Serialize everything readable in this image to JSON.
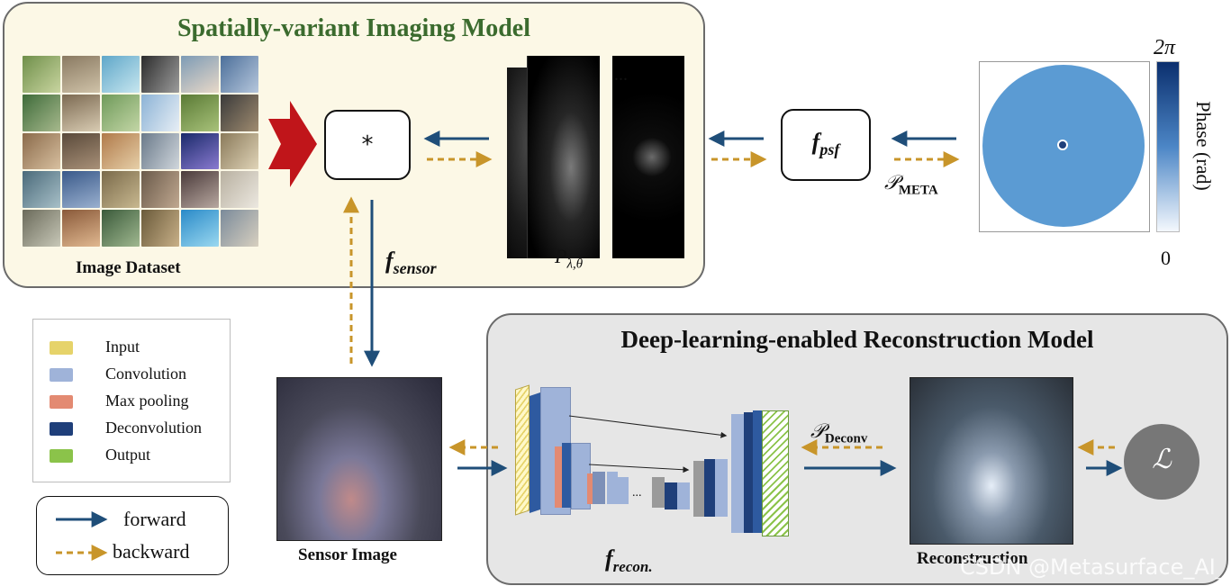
{
  "top_panel": {
    "title": "Spatially-variant Imaging Model",
    "dataset_label": "Image Dataset",
    "conv_symbol": "*",
    "psf_stack_label_main": "P",
    "psf_stack_label_sub": "λ,θ",
    "ellipsis": "...",
    "fpsf_main": "f",
    "fpsf_sub": "psf",
    "fsensor_main": "f",
    "fsensor_sub": "sensor",
    "meta_label_main": "𝒫",
    "meta_label_sub": "META"
  },
  "phase": {
    "colorbar_top": "2π",
    "colorbar_bottom": "0",
    "axis_label": "Phase (rad)"
  },
  "legend": {
    "items": [
      {
        "label": "Input",
        "color": "#e6d36a"
      },
      {
        "label": "Convolution",
        "color": "#9fb3d9"
      },
      {
        "label": "Max pooling",
        "color": "#e38a72"
      },
      {
        "label": "Deconvolution",
        "color": "#1f3f7a"
      },
      {
        "label": "Output",
        "color": "#8bc34a"
      }
    ]
  },
  "directions": {
    "forward": "forward",
    "backward": "backward"
  },
  "sensor_label": "Sensor Image",
  "bottom_panel": {
    "title": "Deep-learning-enabled Reconstruction Model",
    "frecon_main": "f",
    "frecon_sub": "recon.",
    "deconv_label_main": "𝒫",
    "deconv_label_sub": "Deconv",
    "dots": "...",
    "reconstruction_label": "Reconstruction",
    "loss_symbol": "ℒ"
  },
  "watermark": "CSDN @Metasurface_AI_",
  "colors": {
    "forward": "#1f4e79",
    "backward": "#c8952a",
    "red_arrow": "#c0151a",
    "title_green": "#3b6b2e"
  }
}
